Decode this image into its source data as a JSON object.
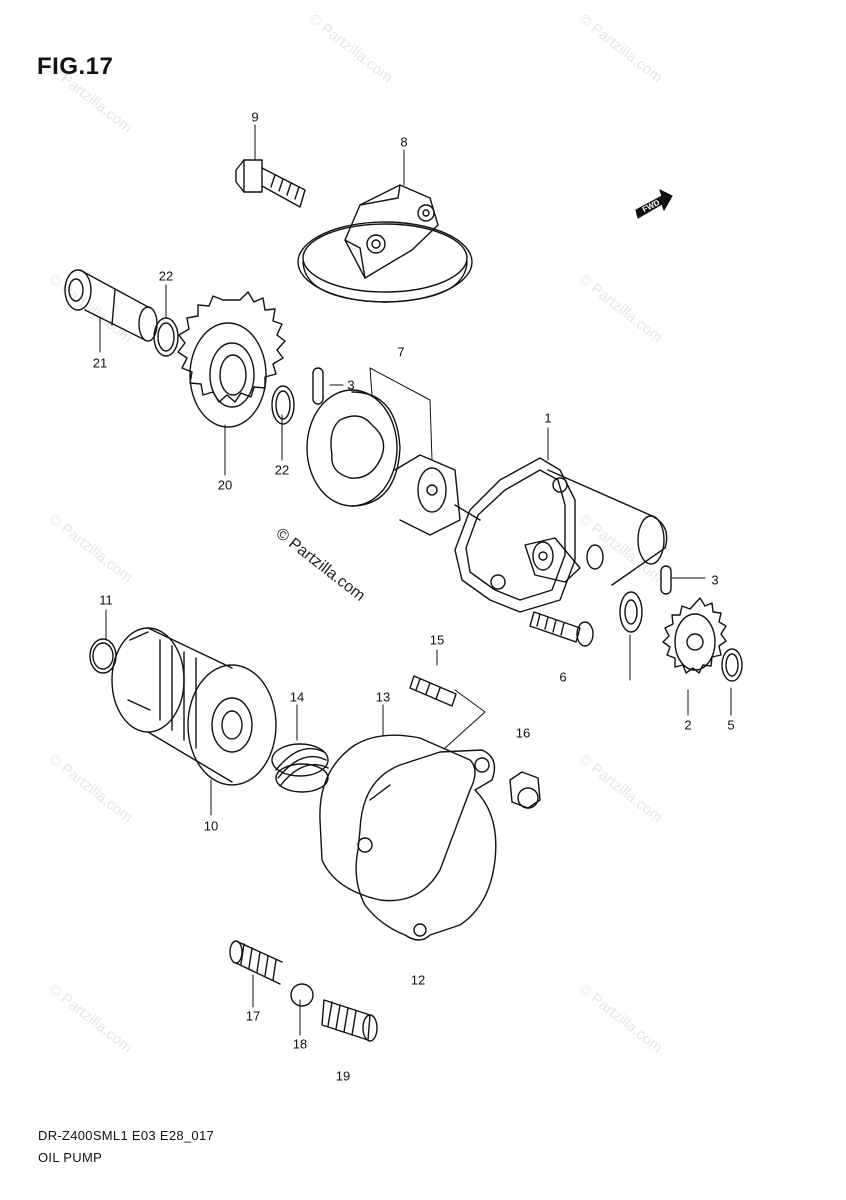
{
  "figure": {
    "title": "FIG.17",
    "model_code": "DR-Z400SML1 E03 E28_017",
    "name": "OIL PUMP"
  },
  "watermark": {
    "text": "© Partzilla.com",
    "faint_text": "© Partzilla.com"
  },
  "callouts": [
    {
      "id": "1",
      "label": "1"
    },
    {
      "id": "2",
      "label": "2"
    },
    {
      "id": "3a",
      "label": "3"
    },
    {
      "id": "3b",
      "label": "3"
    },
    {
      "id": "5",
      "label": "5"
    },
    {
      "id": "6",
      "label": "6"
    },
    {
      "id": "7",
      "label": "7"
    },
    {
      "id": "8",
      "label": "8"
    },
    {
      "id": "9",
      "label": "9"
    },
    {
      "id": "10",
      "label": "10"
    },
    {
      "id": "11",
      "label": "11"
    },
    {
      "id": "12",
      "label": "12"
    },
    {
      "id": "13",
      "label": "13"
    },
    {
      "id": "14",
      "label": "14"
    },
    {
      "id": "15",
      "label": "15"
    },
    {
      "id": "16",
      "label": "16"
    },
    {
      "id": "17",
      "label": "17"
    },
    {
      "id": "18",
      "label": "18"
    },
    {
      "id": "19",
      "label": "19"
    },
    {
      "id": "20",
      "label": "20"
    },
    {
      "id": "21",
      "label": "21"
    },
    {
      "id": "22a",
      "label": "22"
    },
    {
      "id": "22b",
      "label": "22"
    }
  ],
  "fwd_marker": {
    "label": "FWD"
  },
  "colors": {
    "line": "#111111",
    "watermark": "#e0e0e0"
  }
}
